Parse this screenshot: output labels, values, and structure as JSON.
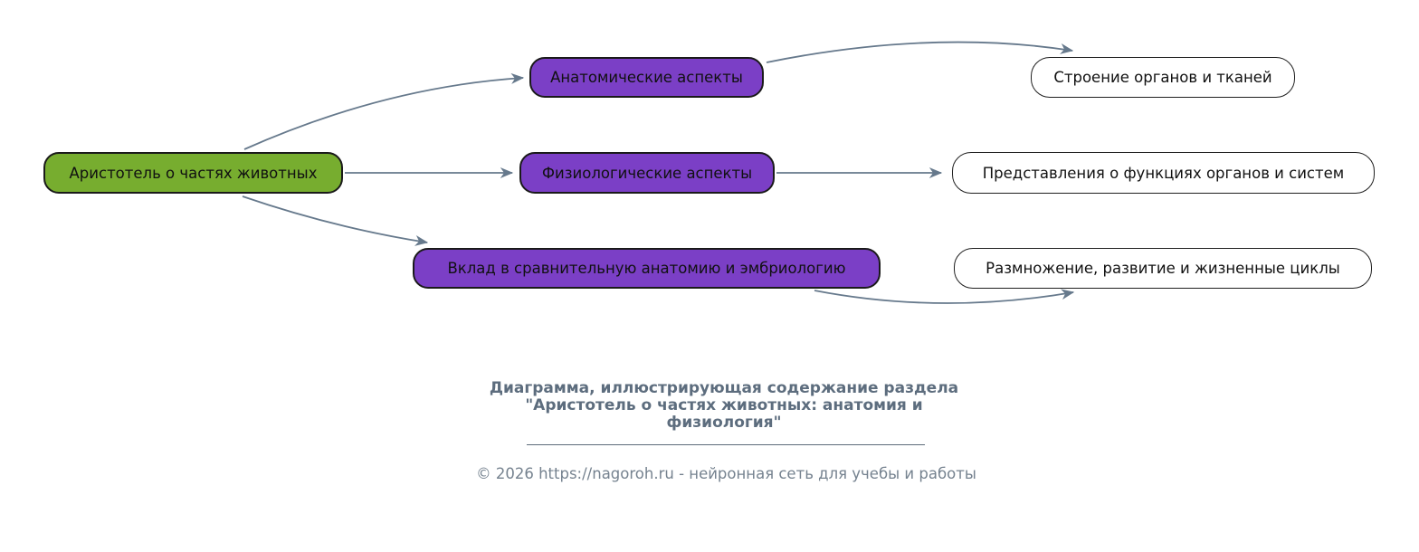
{
  "diagram": {
    "nodes": {
      "root": {
        "label": "Аристотель о частях животных",
        "role": "root"
      },
      "anatomy": {
        "label": "Анатомические аспекты",
        "role": "branch"
      },
      "physiology": {
        "label": "Физиологические аспекты",
        "role": "branch"
      },
      "contribution": {
        "label": "Вклад в сравнительную анатомию и эмбриологию",
        "role": "branch"
      },
      "structure": {
        "label": "Строение органов и тканей",
        "role": "leaf"
      },
      "functions": {
        "label": "Представления о функциях органов и систем",
        "role": "leaf"
      },
      "reproduction": {
        "label": "Размножение, развитие и жизненные циклы",
        "role": "leaf"
      }
    },
    "edges": [
      {
        "from": "root",
        "to": "anatomy"
      },
      {
        "from": "root",
        "to": "physiology"
      },
      {
        "from": "root",
        "to": "contribution"
      },
      {
        "from": "anatomy",
        "to": "structure"
      },
      {
        "from": "physiology",
        "to": "functions"
      },
      {
        "from": "contribution",
        "to": "reproduction"
      }
    ],
    "colors": {
      "root_fill": "#77ad2f",
      "branch_fill": "#7b3fc6",
      "leaf_fill": "#ffffff",
      "node_border": "#1a1a1a",
      "arrow": "#66798c",
      "caption_text": "#5d6d7e",
      "footer_text": "#75828f",
      "background": "#ffffff"
    }
  },
  "caption": {
    "text": "Диаграмма, иллюстрирующая содержание раздела\n\"Аристотель о частях животных: анатомия и\nфизиология\""
  },
  "footer": {
    "text": "© 2026 https://nagoroh.ru - нейронная сеть для учебы и работы"
  }
}
